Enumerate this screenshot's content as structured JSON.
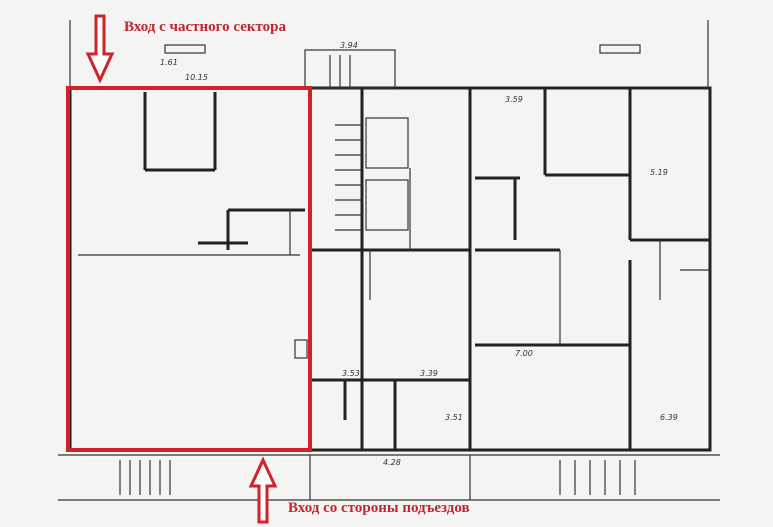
{
  "labels": {
    "top_entrance": "Вход с частного сектора",
    "bottom_entrance": "Вход со стороны подъездов"
  },
  "colors": {
    "highlight": "#d0222b",
    "wall": "#222222",
    "background": "#f4f4f2"
  },
  "dimensions": [
    "1.61",
    "10.15",
    "3.94",
    "3.59",
    "3.53",
    "3.39",
    "4.28",
    "7.00",
    "3.51",
    "6.39",
    "5.19"
  ]
}
